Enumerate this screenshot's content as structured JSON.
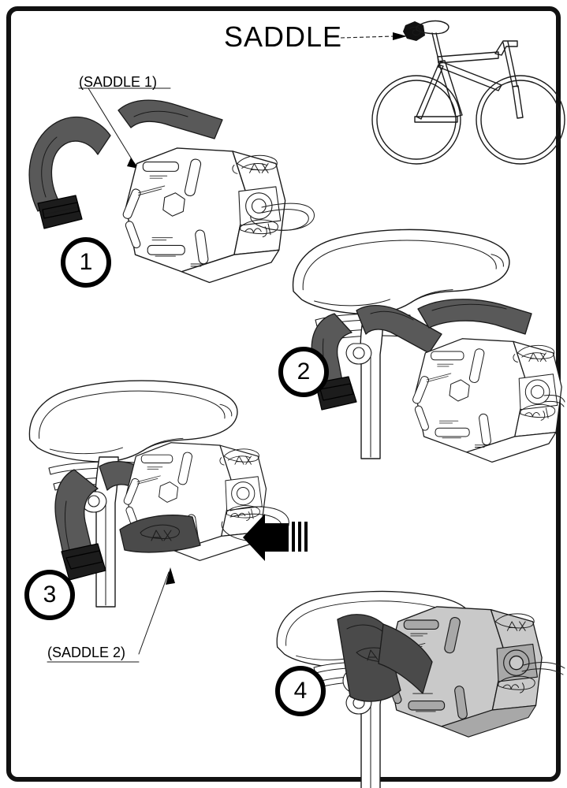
{
  "document": {
    "type": "instruction-diagram",
    "subject": "Bike multi-tool saddle rail mounting",
    "frame_border_color": "#111111",
    "background_color": "#ffffff"
  },
  "header": {
    "title": "SADDLE",
    "callout_target_icon": "saddle-marker-icon"
  },
  "labels": {
    "saddle_1": "(SADDLE 1)",
    "saddle_2": "(SADDLE 2)"
  },
  "steps": [
    {
      "number": "1",
      "name": "step-1"
    },
    {
      "number": "2",
      "name": "step-2"
    },
    {
      "number": "3",
      "name": "step-3"
    },
    {
      "number": "4",
      "name": "step-4"
    }
  ],
  "colors": {
    "outline": "#1a1a1a",
    "strap_gray": "#595959",
    "strap_gray_dark": "#4a4a4a",
    "buckle_black": "#1c1c1c",
    "body_light": "#ffffff",
    "body_gray": "#c9c9c9",
    "body_gray_dark": "#a8a8a8",
    "arrow_black": "#000000"
  },
  "tool_faces": {
    "brand_top": "TRAX",
    "brand_bottom": "Multi",
    "micro_labels": [
      "STEM",
      "SCREWDRIVER",
      "SPOKE",
      "WRENCH",
      "ALLEN",
      "HEX"
    ]
  },
  "bicycle": {
    "name": "bicycle-diagram",
    "orientation": "facing-left",
    "parts": [
      "saddle",
      "seatpost",
      "frame",
      "handlebar",
      "front-wheel",
      "rear-wheel"
    ]
  },
  "arrow": {
    "name": "push-arrow",
    "direction": "left",
    "motion_lines": 3
  }
}
